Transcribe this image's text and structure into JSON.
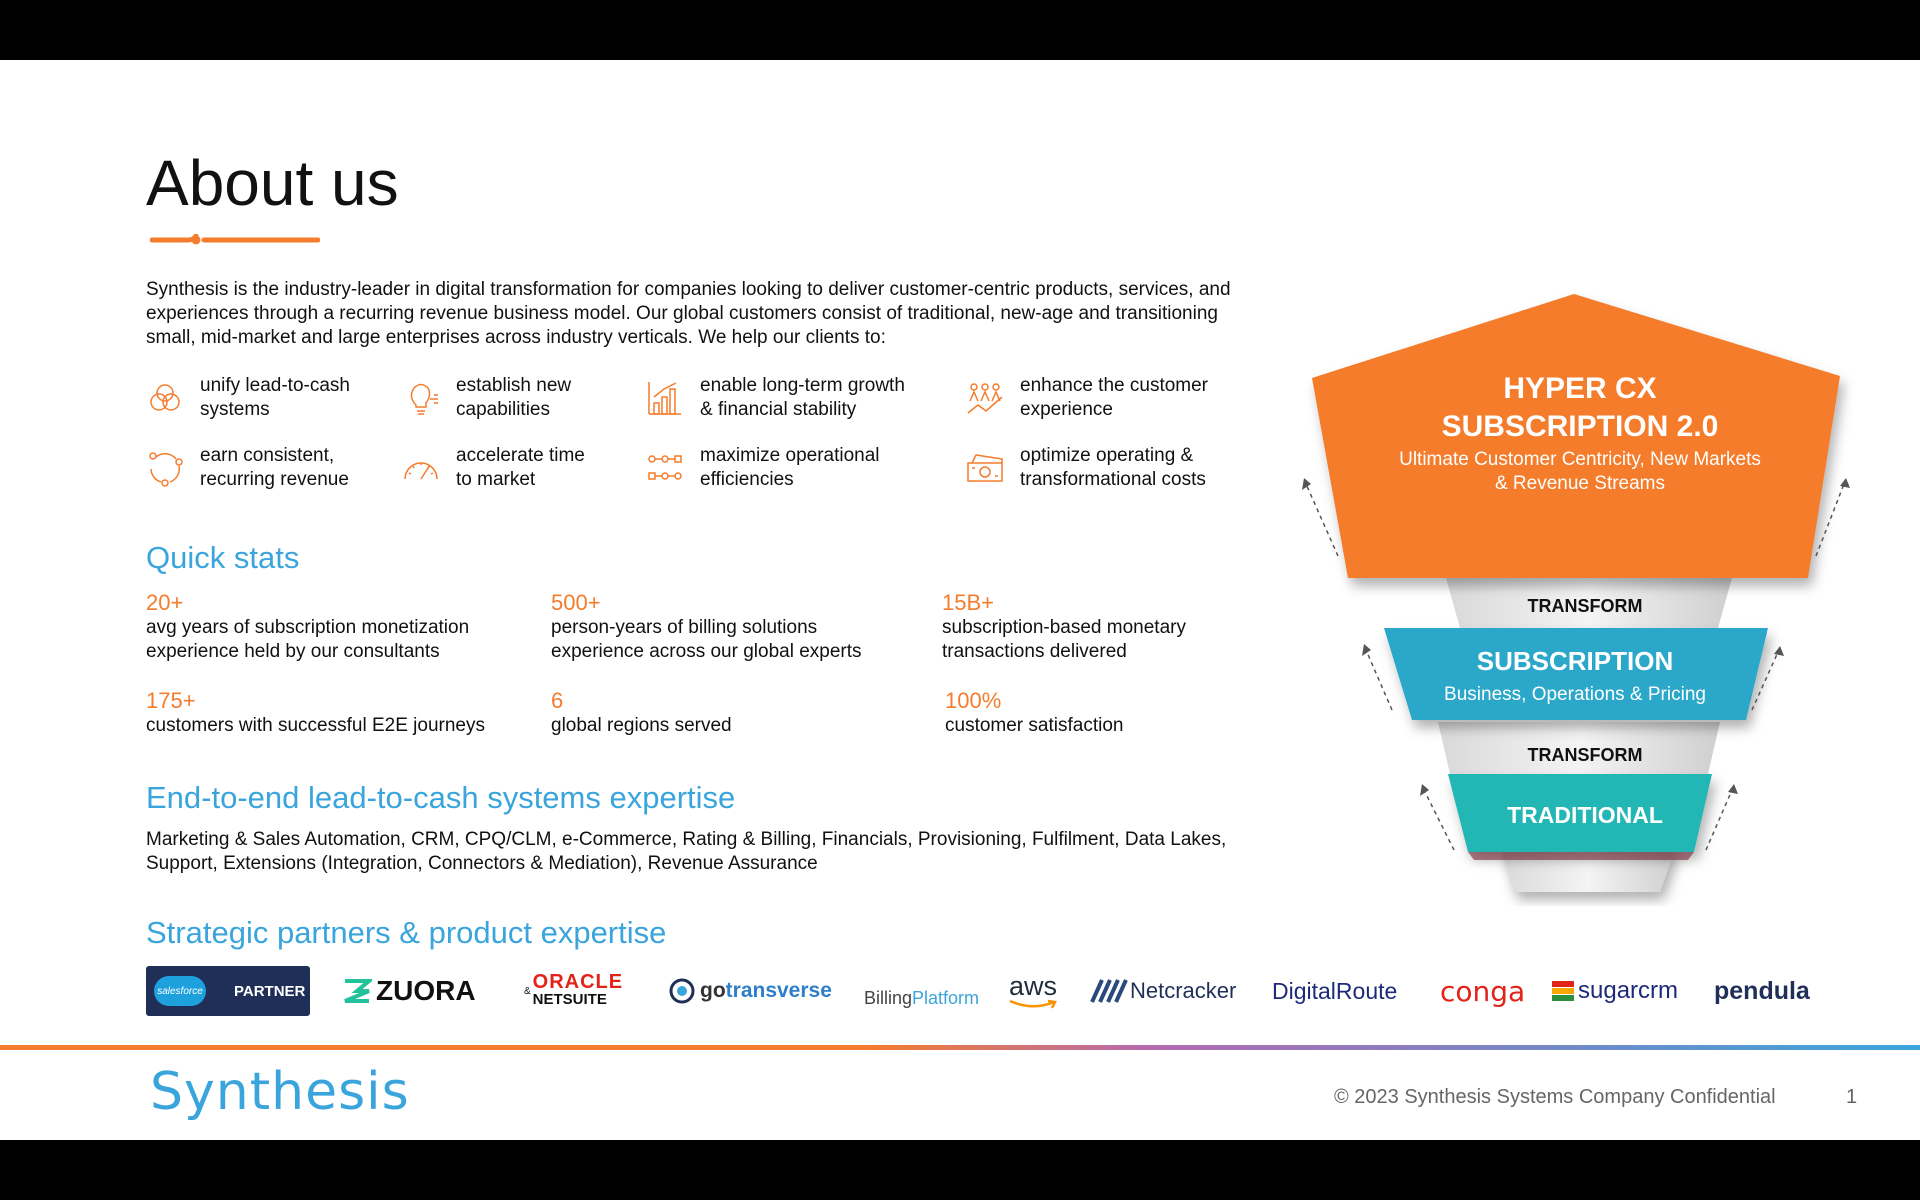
{
  "title": "About us",
  "intro": "Synthesis is the industry-leader in digital transformation for companies looking to deliver customer-centric products, services, and experiences through a recurring revenue business model. Our global customers consist of traditional, new-age and transitioning small, mid-market and large enterprises across industry verticals. We help our clients to:",
  "benefits": [
    {
      "label": "unify lead-to-cash\nsystems",
      "icon": "circles-icon"
    },
    {
      "label": "establish new\ncapabilities",
      "icon": "lightbulb-icon"
    },
    {
      "label": "enable long-term growth\n& financial stability",
      "icon": "bar-chart-icon"
    },
    {
      "label": "enhance the customer\nexperience",
      "icon": "people-icon"
    },
    {
      "label": "earn consistent,\nrecurring revenue",
      "icon": "cycle-icon"
    },
    {
      "label": "accelerate time\nto market",
      "icon": "speedometer-icon"
    },
    {
      "label": "maximize operational\nefficiencies",
      "icon": "process-icon"
    },
    {
      "label": "optimize operating &\ntransformational costs",
      "icon": "money-icon"
    }
  ],
  "quick_stats": {
    "heading": "Quick stats",
    "items": [
      {
        "value": "20+",
        "desc": "avg years of subscription monetization\nexperience held by our consultants"
      },
      {
        "value": "500+",
        "desc": "person-years of billing solutions\nexperience across our global experts"
      },
      {
        "value": "15B+",
        "desc": "subscription-based monetary\ntransactions delivered"
      },
      {
        "value": "175+",
        "desc": "customers with successful E2E journeys"
      },
      {
        "value": "6",
        "desc": "global regions served"
      },
      {
        "value": "100%",
        "desc": "customer satisfaction"
      }
    ]
  },
  "e2e": {
    "heading": "End-to-end lead-to-cash systems expertise",
    "text": "Marketing & Sales Automation, CRM, CPQ/CLM, e-Commerce, Rating & Billing, Financials, Provisioning, Fulfilment, Data Lakes, Support, Extensions (Integration, Connectors & Mediation), Revenue Assurance"
  },
  "partners": {
    "heading": "Strategic partners & product expertise",
    "salesforce_small": "salesforce",
    "salesforce_badge": "PARTNER",
    "zuora": "ZUORA",
    "oracle_amp": "&",
    "oracle": "ORACLE",
    "netsuite": "NETSUITE",
    "gotransverse_go": "go",
    "gotransverse_rest": "transverse",
    "billing_a": "Billing",
    "billing_b": "Platform",
    "aws": "aws",
    "netcracker": "Netcracker",
    "digitalroute": "DigitalRoute",
    "conga": "conga",
    "sugar_a": "sugar",
    "sugar_b": "crm",
    "pendula": "pendula"
  },
  "funnel": {
    "top_title_1": "HYPER CX",
    "top_title_2": "SUBSCRIPTION 2.0",
    "top_sub_1": "Ultimate Customer Centricity, New Markets",
    "top_sub_2": "& Revenue Streams",
    "transform_1": "TRANSFORM",
    "mid_title": "SUBSCRIPTION",
    "mid_sub": "Business, Operations & Pricing",
    "transform_2": "TRANSFORM",
    "bottom_title": "TRADITIONAL",
    "colors": {
      "top": "#f47c2c",
      "mid": "#2aa7c9",
      "bottom": "#22b7b4"
    }
  },
  "footer": {
    "logo": "Synthesis",
    "confidential": "© 2023 Synthesis Systems Company Confidential",
    "page": "1"
  },
  "colors": {
    "accent_orange": "#f47c2c",
    "accent_blue": "#3aa5dc"
  }
}
